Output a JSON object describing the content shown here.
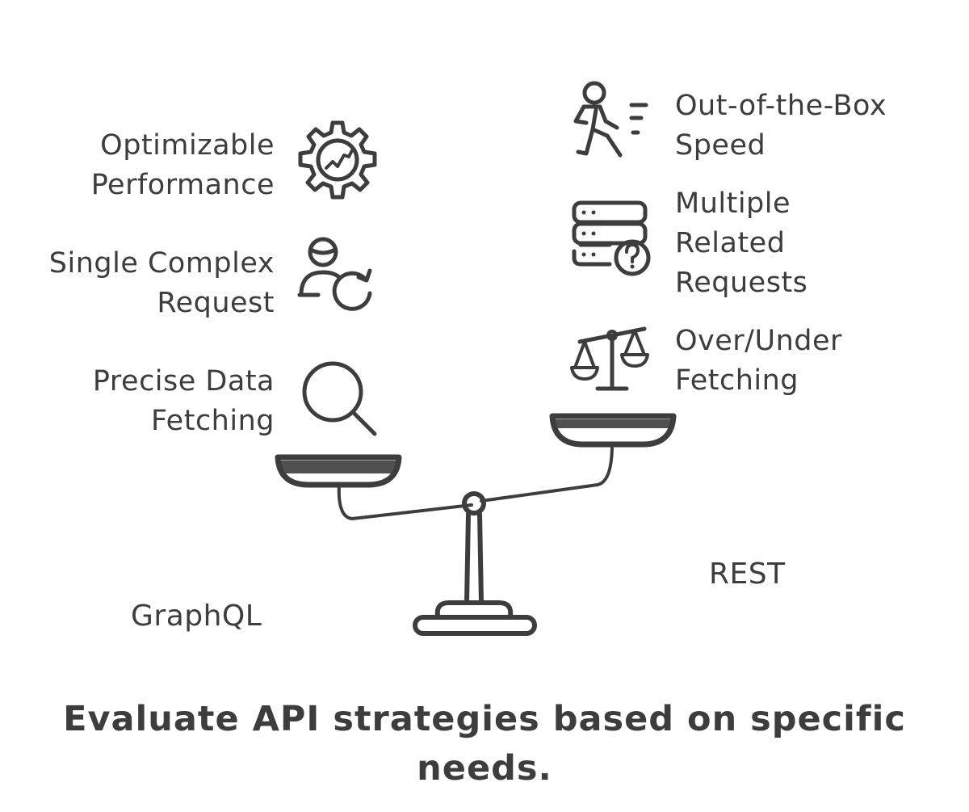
{
  "left_side": {
    "label": "GraphQL",
    "items": [
      {
        "lines": [
          "Optimizable",
          "Performance"
        ],
        "icon": "gear-chart-icon"
      },
      {
        "lines": [
          "Single Complex",
          "Request"
        ],
        "icon": "user-refresh-icon"
      },
      {
        "lines": [
          "Precise Data",
          "Fetching"
        ],
        "icon": "magnifier-icon"
      }
    ]
  },
  "right_side": {
    "label": "REST",
    "items": [
      {
        "lines": [
          "Out-of-the-Box",
          "Speed"
        ],
        "icon": "running-person-icon"
      },
      {
        "lines": [
          "Multiple",
          "Related",
          "Requests"
        ],
        "icon": "server-question-icon"
      },
      {
        "lines": [
          "Over/Under",
          "Fetching"
        ],
        "icon": "balance-scale-icon"
      }
    ]
  },
  "headline": {
    "line1": "Evaluate API strategies based on specific",
    "line2": "needs."
  },
  "colors": {
    "ink": "#3d3d3d",
    "background": "#ffffff"
  }
}
